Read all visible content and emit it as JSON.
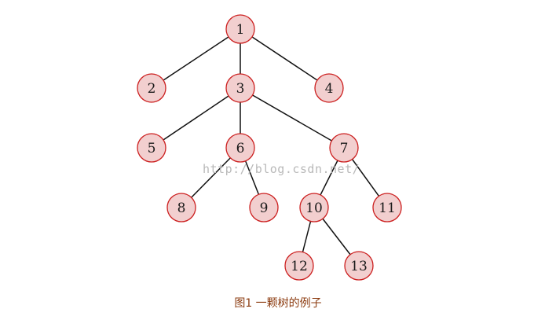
{
  "diagram": {
    "nodes": [
      {
        "id": "1",
        "label": "1"
      },
      {
        "id": "2",
        "label": "2"
      },
      {
        "id": "3",
        "label": "3"
      },
      {
        "id": "4",
        "label": "4"
      },
      {
        "id": "5",
        "label": "5"
      },
      {
        "id": "6",
        "label": "6"
      },
      {
        "id": "7",
        "label": "7"
      },
      {
        "id": "8",
        "label": "8"
      },
      {
        "id": "9",
        "label": "9"
      },
      {
        "id": "10",
        "label": "10"
      },
      {
        "id": "11",
        "label": "11"
      },
      {
        "id": "12",
        "label": "12"
      },
      {
        "id": "13",
        "label": "13"
      }
    ],
    "edges": [
      [
        "1",
        "2"
      ],
      [
        "1",
        "3"
      ],
      [
        "1",
        "4"
      ],
      [
        "3",
        "5"
      ],
      [
        "3",
        "6"
      ],
      [
        "3",
        "7"
      ],
      [
        "6",
        "8"
      ],
      [
        "6",
        "9"
      ],
      [
        "7",
        "10"
      ],
      [
        "7",
        "11"
      ],
      [
        "10",
        "12"
      ],
      [
        "10",
        "13"
      ]
    ],
    "colors": {
      "node_fill": "#f2cfcf",
      "node_stroke": "#cc1f1f",
      "edge": "#111111",
      "caption": "#8b3a0e"
    }
  },
  "watermark": "http://blog.csdn.net/",
  "caption": "图1 一颗树的例子"
}
